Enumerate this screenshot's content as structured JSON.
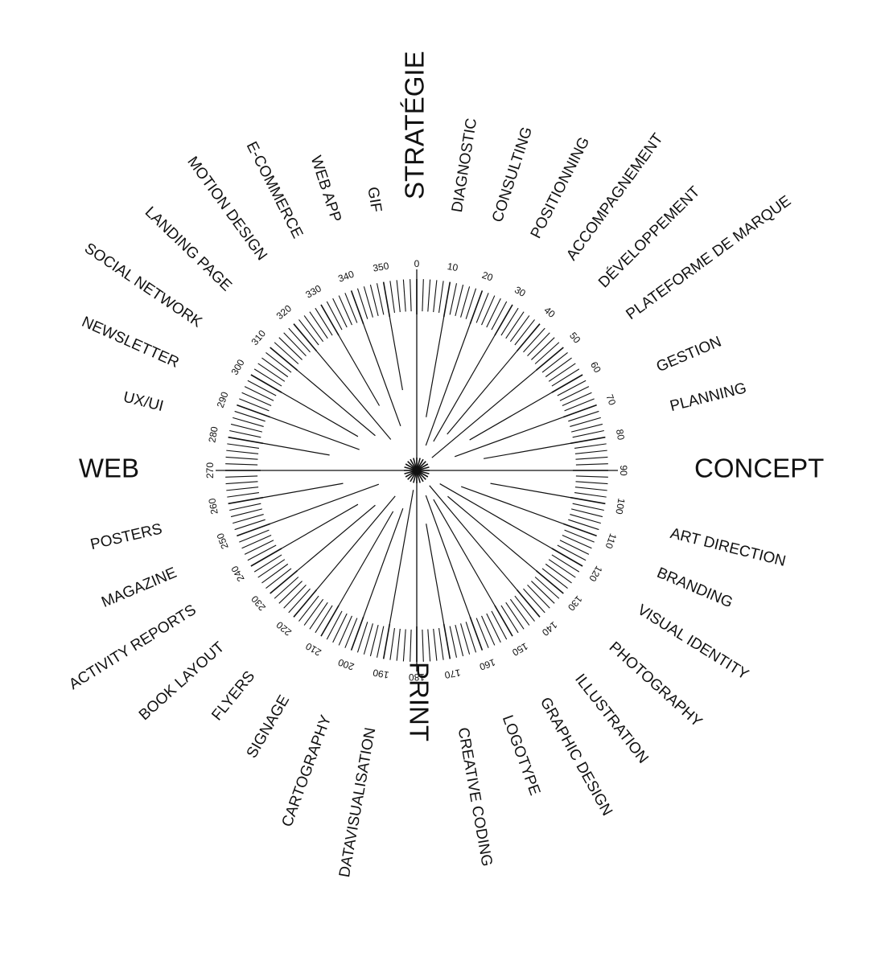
{
  "diagram": {
    "ink_color": "#111111",
    "background_color": "#ffffff",
    "major_labels": [
      {
        "key": "strategie",
        "text": "STRATÉGIE",
        "angle": 0
      },
      {
        "key": "concept",
        "text": "CONCEPT",
        "angle": 90
      },
      {
        "key": "print",
        "text": "PRINT",
        "angle": 180
      },
      {
        "key": "web",
        "text": "WEB",
        "angle": 270
      }
    ],
    "service_labels": [
      {
        "key": "diagnostic",
        "text": "DIAGNOSTIC",
        "angle": 9
      },
      {
        "key": "consulting",
        "text": "CONSULTING",
        "angle": 18
      },
      {
        "key": "positionning",
        "text": "POSITIONNING",
        "angle": 27
      },
      {
        "key": "accompagnement",
        "text": "ACCOMPAGNEMENT",
        "angle": 36
      },
      {
        "key": "developpement",
        "text": "DÉVELOPPEMENT",
        "angle": 45
      },
      {
        "key": "plateforme-de-marque",
        "text": "PLATEFORME DE MARQUE",
        "angle": 54
      },
      {
        "key": "gestion",
        "text": "GESTION",
        "angle": 67
      },
      {
        "key": "planning",
        "text": "PLANNING",
        "angle": 76
      },
      {
        "key": "art-direction",
        "text": "ART DIRECTION",
        "angle": 104
      },
      {
        "key": "branding",
        "text": "BRANDING",
        "angle": 113
      },
      {
        "key": "visual-identity",
        "text": "VISUAL IDENTITY",
        "angle": 122
      },
      {
        "key": "photography",
        "text": "PHOTOGRAPHY",
        "angle": 132
      },
      {
        "key": "illustration",
        "text": "ILLUSTRATION",
        "angle": 142
      },
      {
        "key": "graphic-design",
        "text": "GRAPHIC DESIGN",
        "angle": 151
      },
      {
        "key": "logotype",
        "text": "LOGOTYPE",
        "angle": 160
      },
      {
        "key": "creative-coding",
        "text": "CREATIVE CODING",
        "angle": 170
      },
      {
        "key": "datavisualisation",
        "text": "DATAVISUALISATION",
        "angle": 190
      },
      {
        "key": "cartography",
        "text": "CARTOGRAPHY",
        "angle": 200
      },
      {
        "key": "signage",
        "text": "SIGNAGE",
        "angle": 210
      },
      {
        "key": "flyers",
        "text": "FLYERS",
        "angle": 219
      },
      {
        "key": "book-layout",
        "text": "BOOK LAYOUT",
        "angle": 228
      },
      {
        "key": "activity-reports",
        "text": "ACTIVITY REPORTS",
        "angle": 238
      },
      {
        "key": "magazine",
        "text": "MAGAZINE",
        "angle": 247
      },
      {
        "key": "posters",
        "text": "POSTERS",
        "angle": 257
      },
      {
        "key": "ux-ui",
        "text": "UX/UI",
        "angle": 284
      },
      {
        "key": "newsletter",
        "text": "NEWSLETTER",
        "angle": 294
      },
      {
        "key": "social-network",
        "text": "SOCIAL NETWORK",
        "angle": 304
      },
      {
        "key": "landing-page",
        "text": "LANDING PAGE",
        "angle": 314
      },
      {
        "key": "motion-design",
        "text": "MOTION DESIGN",
        "angle": 324
      },
      {
        "key": "e-commerce",
        "text": "E-COMMERCE",
        "angle": 333
      },
      {
        "key": "web-app",
        "text": "WEB APP",
        "angle": 342
      },
      {
        "key": "gif",
        "text": "GIF",
        "angle": 351
      }
    ],
    "degree_labels": [
      "0",
      "10",
      "20",
      "30",
      "40",
      "50",
      "60",
      "70",
      "80",
      "90",
      "100",
      "110",
      "120",
      "130",
      "140",
      "150",
      "160",
      "170",
      "180",
      "190",
      "200",
      "210",
      "220",
      "230",
      "240",
      "250",
      "260",
      "270",
      "280",
      "290",
      "300",
      "310",
      "320",
      "330",
      "340",
      "350"
    ],
    "tick_step_degrees": 2,
    "major_tick_step_degrees": 10,
    "spokes": [
      {
        "angle": 10,
        "level": 0.7
      },
      {
        "angle": 20,
        "level": 0.9
      },
      {
        "angle": 30,
        "level": 0.85
      },
      {
        "angle": 40,
        "level": 0.75
      },
      {
        "angle": 50,
        "level": 0.95
      },
      {
        "angle": 60,
        "level": 0.65
      },
      {
        "angle": 70,
        "level": 0.8
      },
      {
        "angle": 80,
        "level": 0.6
      },
      {
        "angle": 100,
        "level": 0.55
      },
      {
        "angle": 110,
        "level": 0.75
      },
      {
        "angle": 120,
        "level": 0.9
      },
      {
        "angle": 130,
        "level": 0.8
      },
      {
        "angle": 140,
        "level": 0.95
      },
      {
        "angle": 150,
        "level": 0.85
      },
      {
        "angle": 160,
        "level": 0.9
      },
      {
        "angle": 170,
        "level": 0.7
      },
      {
        "angle": 190,
        "level": 0.95
      },
      {
        "angle": 200,
        "level": 0.8
      },
      {
        "angle": 210,
        "level": 0.75
      },
      {
        "angle": 220,
        "level": 0.85
      },
      {
        "angle": 230,
        "level": 0.7
      },
      {
        "angle": 240,
        "level": 0.6
      },
      {
        "angle": 250,
        "level": 0.8
      },
      {
        "angle": 260,
        "level": 0.55
      },
      {
        "angle": 280,
        "level": 0.45
      },
      {
        "angle": 290,
        "level": 0.65
      },
      {
        "angle": 300,
        "level": 0.6
      },
      {
        "angle": 310,
        "level": 0.7
      },
      {
        "angle": 320,
        "level": 0.8
      },
      {
        "angle": 330,
        "level": 0.55
      },
      {
        "angle": 340,
        "level": 0.75
      },
      {
        "angle": 350,
        "level": 0.5
      }
    ]
  }
}
